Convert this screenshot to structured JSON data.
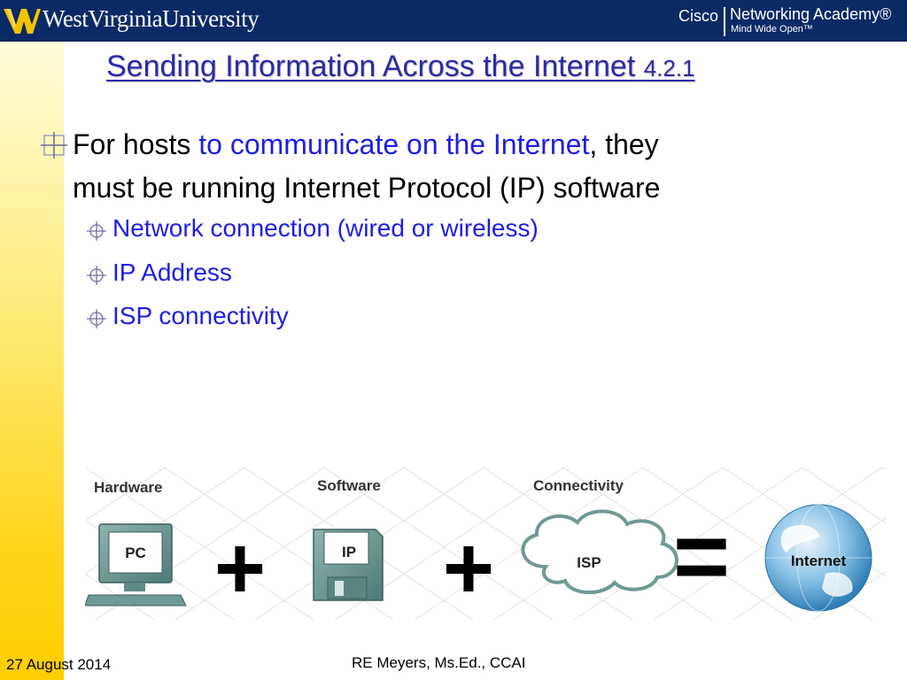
{
  "header": {
    "university_name": "WestVirginiaUniversity",
    "brand_left": "Cisco",
    "brand_right": "Networking Academy®",
    "tagline": "Mind Wide Open™"
  },
  "colors": {
    "header_bg": "#0a2a66",
    "title": "#2a2aa8",
    "highlight_text": "#1e1ee6",
    "sidebar_gold": "#ffce00"
  },
  "slide": {
    "title": "Sending Information Across the Internet",
    "section_number": "4.2.1",
    "bullet": {
      "part1": "For hosts ",
      "highlight": "to communicate on the Internet",
      "part2": ", they",
      "line2": "must be running Internet Protocol (IP) software"
    },
    "subbullets": [
      "Network connection (wired or wireless)",
      "IP Address",
      "ISP connectivity"
    ]
  },
  "diagram": {
    "headings": [
      "Hardware",
      "Software",
      "Connectivity"
    ],
    "pc_label": "PC",
    "ip_label": "IP",
    "isp_label": "ISP",
    "internet_label": "Internet",
    "operators": [
      "+",
      "+",
      "="
    ],
    "icons": [
      "computer-icon",
      "floppy-disk-icon",
      "cloud-icon",
      "globe-icon"
    ]
  },
  "footer": {
    "date": "27 August 2014",
    "author": "RE Meyers, Ms.Ed., CCAI"
  }
}
